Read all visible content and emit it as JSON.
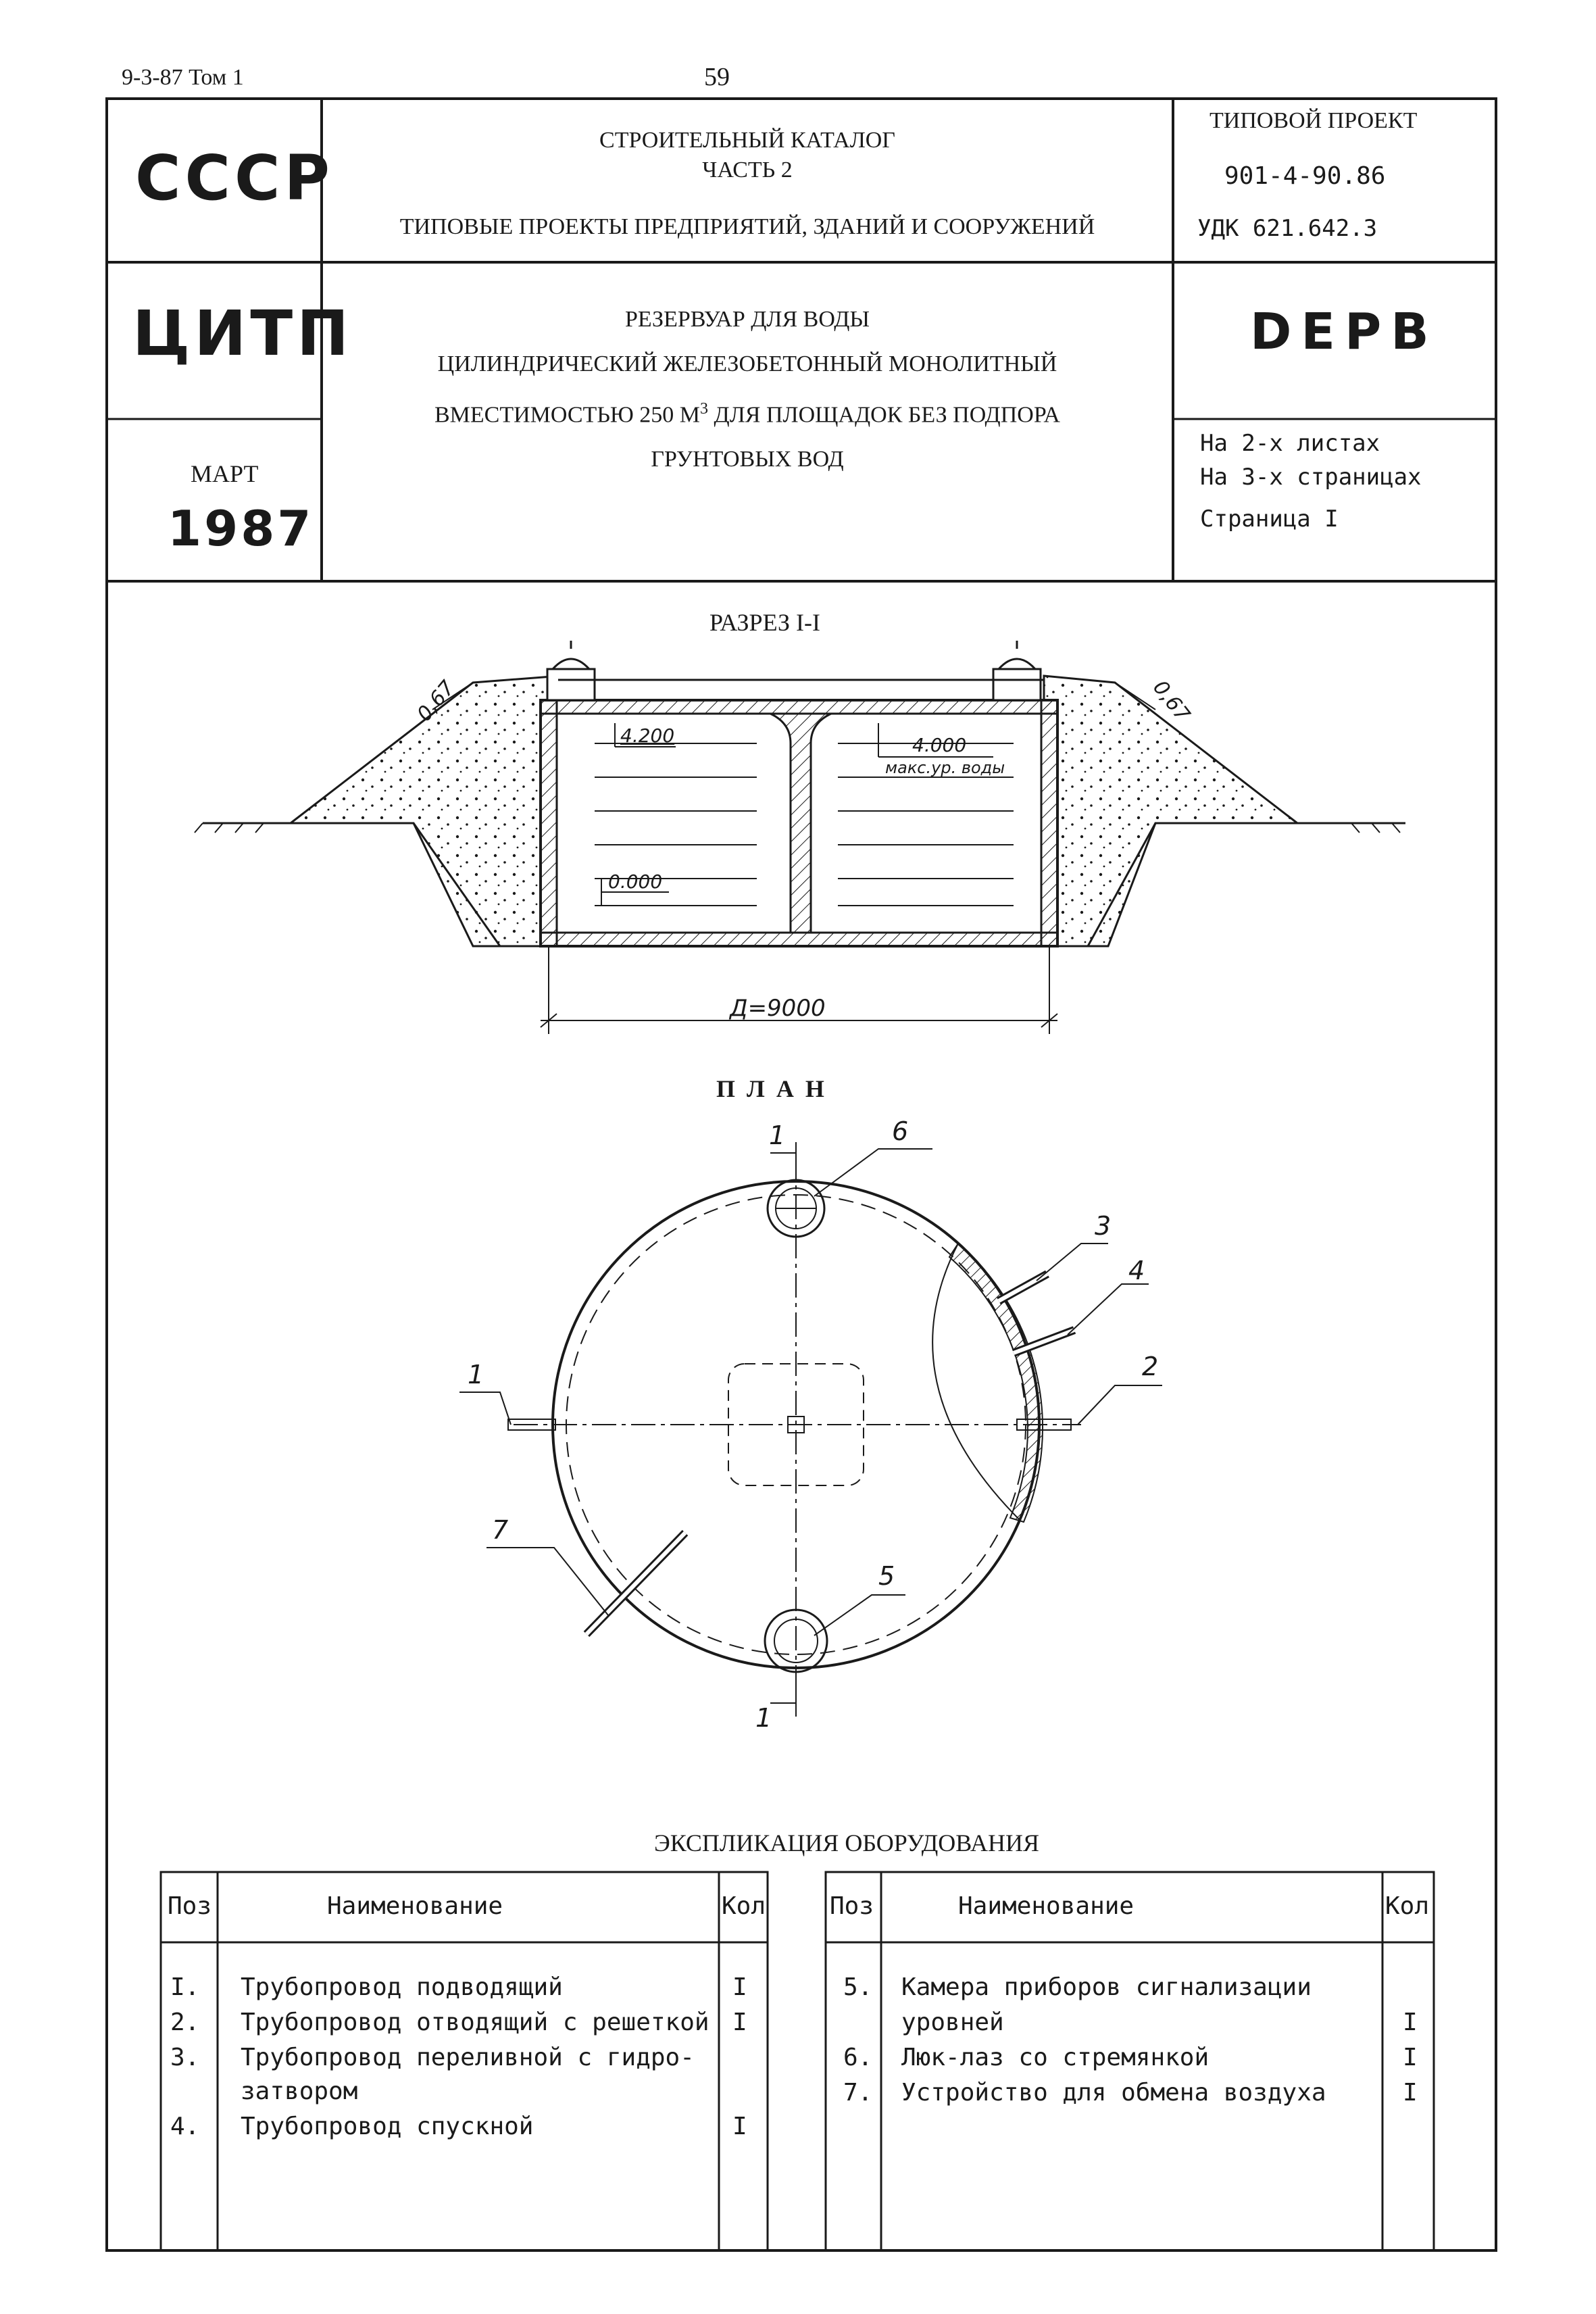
{
  "top": {
    "volume": "9-3-87 Том 1",
    "page_number": "59"
  },
  "header": {
    "org1": "СССР",
    "org2": "ЦИТП",
    "month": "МАРТ",
    "year": "1987",
    "catalog_line1": "СТРОИТЕЛЬНЫЙ КАТАЛОГ",
    "catalog_line2": "ЧАСТЬ 2",
    "catalog_line3": "ТИПОВЫЕ ПРОЕКТЫ ПРЕДПРИЯТИЙ, ЗДАНИЙ И СООРУЖЕНИЙ",
    "project_label": "ТИПОВОЙ ПРОЕКТ",
    "project_number": "901-4-90.86",
    "udk": "УДК 621.642.3",
    "title_line1": "РЕЗЕРВУАР ДЛЯ ВОДЫ",
    "title_line2": "ЦИЛИНДРИЧЕСКИЙ ЖЕЛЕЗОБЕТОННЫЙ МОНОЛИТНЫЙ",
    "title_line3_a": "ВМЕСТИМОСТЬЮ 250 М",
    "title_line3_sup": "3",
    "title_line3_b": " ДЛЯ ПЛОЩАДОК БЕЗ ПОДПОРА",
    "title_line4": "ГРУНТОВЫХ ВОД",
    "code": "DEPB",
    "sheets": "На 2-х листах",
    "pages": "На 3-х страницах",
    "page": "Страница I"
  },
  "section": {
    "title": "РАЗРЕЗ I-I",
    "slope_left": "0,67",
    "slope_right": "0,67",
    "level_top": "4.200",
    "level_water": "4.000",
    "water_note": "макс.ур. воды",
    "level_bottom": "0.000",
    "diameter": "Д=9000"
  },
  "plan": {
    "title": "П Л А Н",
    "cut_top": "1",
    "cut_bottom": "1",
    "callouts": [
      "1",
      "2",
      "3",
      "4",
      "5",
      "6",
      "7"
    ]
  },
  "explication": {
    "title": "ЭКСПЛИКАЦИЯ ОБОРУДОВАНИЯ",
    "headers": {
      "pos": "Поз",
      "name": "Наименование",
      "qty": "Кол"
    },
    "left_rows": [
      {
        "pos": "I.",
        "lines": [
          "Трубопровод подводящий"
        ],
        "qty": "I"
      },
      {
        "pos": "2.",
        "lines": [
          "Трубопровод отводящий с решеткой"
        ],
        "qty": "I"
      },
      {
        "pos": "3.",
        "lines": [
          "Трубопровод переливной с гидро-",
          "затвором"
        ],
        "qty": ""
      },
      {
        "pos": "4.",
        "lines": [
          "Трубопровод спускной"
        ],
        "qty": "I"
      }
    ],
    "right_rows": [
      {
        "pos": "5.",
        "lines": [
          "Камера приборов сигнализации",
          "уровней"
        ],
        "qty": "I"
      },
      {
        "pos": "6.",
        "lines": [
          "Люк-лаз со стремянкой"
        ],
        "qty": "I"
      },
      {
        "pos": "7.",
        "lines": [
          "Устройство для обмена воздуха"
        ],
        "qty": "I"
      }
    ]
  }
}
